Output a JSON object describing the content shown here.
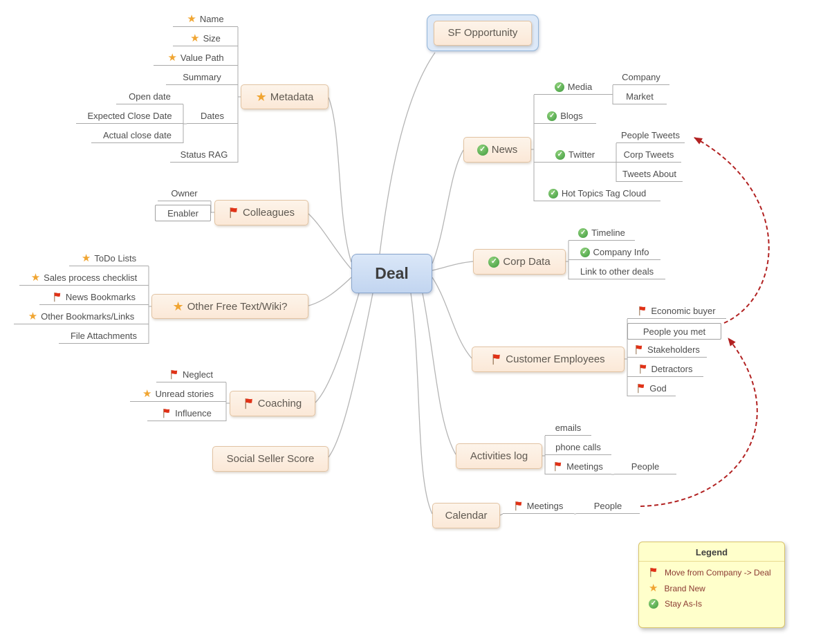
{
  "center": {
    "label": "Deal"
  },
  "sf": {
    "label": "SF Opportunity"
  },
  "topics": {
    "metadata": "Metadata",
    "colleagues": "Colleagues",
    "other_free": "Other Free Text/Wiki?",
    "coaching": "Coaching",
    "social_seller": "Social Seller Score",
    "news": "News",
    "corp_data": "Corp Data",
    "customer_employees": "Customer Employees",
    "activities_log": "Activities log",
    "calendar": "Calendar"
  },
  "labels": {
    "name": "Name",
    "size": "Size",
    "value_path": "Value Path",
    "summary": "Summary",
    "open_date": "Open date",
    "expected_close": "Expected Close Date",
    "actual_close": "Actual close date",
    "dates": "Dates",
    "status_rag": "Status RAG",
    "owner": "Owner",
    "enabler": "Enabler",
    "todo_lists": "ToDo Lists",
    "sales_checklist": "Sales process checklist",
    "news_bookmarks": "News Bookmarks",
    "other_bookmarks": "Other Bookmarks/Links",
    "file_attachments": "File Attachments",
    "neglect": "Neglect",
    "unread_stories": "Unread stories",
    "influence": "Influence",
    "media": "Media",
    "blogs": "Blogs",
    "twitter": "Twitter",
    "hot_topics": "Hot Topics Tag Cloud",
    "company": "Company",
    "market": "Market",
    "people_tweets": "People Tweets",
    "corp_tweets": "Corp Tweets",
    "tweets_about": "Tweets About",
    "timeline": "Timeline",
    "company_info": "Company Info",
    "link_other_deals": "Link to other deals",
    "economic_buyer": "Economic buyer",
    "people_you_met": "People you met",
    "stakeholders": "Stakeholders",
    "detractors": "Detractors",
    "god": "God",
    "emails": "emails",
    "phone_calls": "phone calls",
    "meetings_activities": "Meetings",
    "people_activities": "People",
    "meetings_calendar": "Meetings",
    "people_calendar": "People"
  },
  "legend": {
    "title": "Legend",
    "items": [
      {
        "icon": "flag-icon",
        "label": "Move from Company -> Deal"
      },
      {
        "icon": "star-icon",
        "label": "Brand New"
      },
      {
        "icon": "check-icon",
        "label": "Stay As-Is"
      }
    ]
  },
  "colors": {
    "topic_fill": "#fcefe2",
    "topic_border": "#e2c3a2",
    "center_fill": "#cfdff6",
    "center_border": "#88a5cd",
    "sf_fill": "#dde9f8",
    "sf_border": "#92b5d9",
    "legend_fill": "#ffffcb",
    "relationship_arrow": "#b22222",
    "flag": "#e03217",
    "star": "#f0a532",
    "check": "#3f9b3f",
    "connector": "#aaaaaa"
  }
}
